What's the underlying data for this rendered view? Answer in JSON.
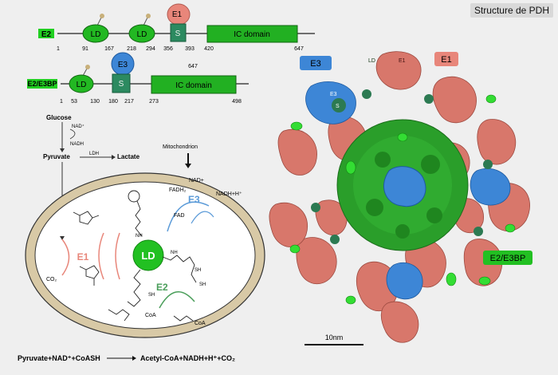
{
  "title": "Structure de PDH",
  "e2_bar": {
    "label": "E2",
    "ld1": "LD",
    "ld2": "LD",
    "s": "S",
    "e1": "E1",
    "ic": "IC domain",
    "ticks": [
      "1",
      "91",
      "167",
      "218",
      "294",
      "356",
      "393",
      "420",
      "647"
    ]
  },
  "e3bp_bar": {
    "label": "E2/E3BP",
    "ld": "LD",
    "s": "S",
    "e3": "E3",
    "ic": "IC domain",
    "top_num": "647",
    "ticks": [
      "1",
      "53",
      "130",
      "180",
      "217",
      "273",
      "498"
    ]
  },
  "pathway": {
    "glucose": "Glucose",
    "nad": "NAD⁺",
    "nadh": "NADH",
    "pyruvate": "Pyruvate",
    "ldh": "LDH",
    "lactate": "Lactate",
    "mitochondrion": "Mitochondrion"
  },
  "cycle": {
    "e1": "E1",
    "e2": "E2",
    "e3": "E3",
    "ld": "LD",
    "co2": "CO₂",
    "fadh2": "FADH₂",
    "fad": "FAD",
    "nadplus": "NAD+",
    "nadhh": "NADH+H⁺",
    "coa": "CoA",
    "sh1": "SH",
    "sh2": "SH",
    "sh3": "SH",
    "acetylcoa": "CoA",
    "nh1": "NH",
    "nh2": "NH"
  },
  "equation": {
    "left": "Pyruvate+NAD⁺+CoASH",
    "right": "Acetyl-CoA+NADH+H⁺+CO₂"
  },
  "structure": {
    "e3_tag": "E3",
    "e1_tag": "E1",
    "e3bp_tag": "E2/E3BP",
    "inset_ld": "LD",
    "inset_e1": "E1",
    "inset_e3": "E3",
    "inset_s": "S",
    "scalebar": "10nm"
  },
  "colors": {
    "green": "#22b022",
    "pink": "#e8867a",
    "blue": "#3d86d6",
    "dark_green": "#2c7a52"
  }
}
